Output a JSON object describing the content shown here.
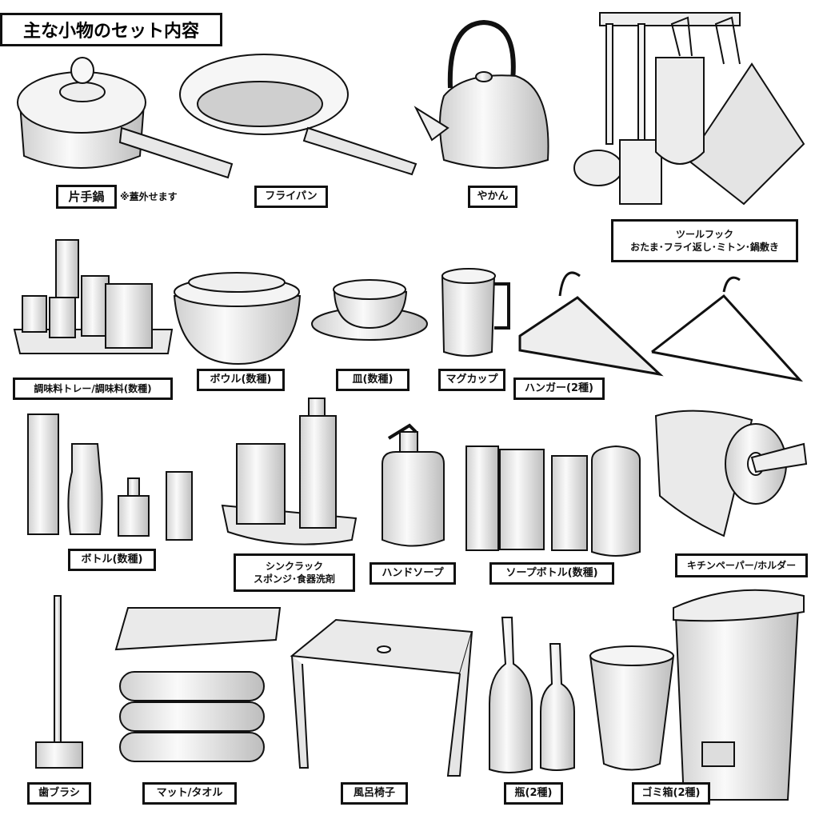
{
  "title": "主な小物のセット内容",
  "items": [
    {
      "label": "片手鍋",
      "note": "※蓋外せます"
    },
    {
      "label": "フライパン"
    },
    {
      "label": "やかん"
    },
    {
      "label_line1": "ツールフック",
      "label_line2": "おたま･フライ返し･ミトン･鍋敷き"
    },
    {
      "label": "調味料トレー/調味料(数種)"
    },
    {
      "label": "ボウル(数種)"
    },
    {
      "label": "皿(数種)"
    },
    {
      "label": "マグカップ"
    },
    {
      "label": "ハンガー(2種)"
    },
    {
      "label": "ボトル(数種)"
    },
    {
      "label_line1": "シンクラック",
      "label_line2": "スポンジ･食器洗剤"
    },
    {
      "label": "ハンドソープ"
    },
    {
      "label": "ソープボトル(数種)"
    },
    {
      "label": "キチンペーパー/ホルダー"
    },
    {
      "label": "歯ブラシ"
    },
    {
      "label": "マット/タオル"
    },
    {
      "label": "風呂椅子"
    },
    {
      "label": "瓶(2種)"
    },
    {
      "label": "ゴミ箱(2種)"
    }
  ],
  "colors": {
    "outline": "#111111",
    "fill": "#f2f2f2",
    "shade": "#c8c8c8"
  }
}
